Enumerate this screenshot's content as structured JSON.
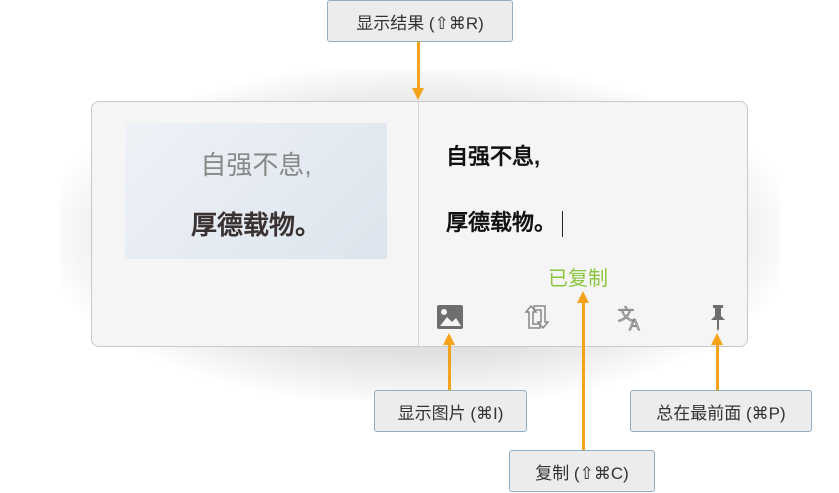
{
  "image_panel": {
    "line1": "自强不息,",
    "line2": "厚德载物。"
  },
  "result": {
    "line1": "自强不息,",
    "line2": "厚德载物。"
  },
  "status": {
    "copied": "已复制"
  },
  "toolbar": {
    "icons": [
      "image-icon",
      "swap-icon",
      "translate-icon",
      "pin-icon"
    ]
  },
  "callouts": {
    "show_result": "显示结果 (⇧⌘R)",
    "show_image": "显示图片 (⌘I)",
    "copy": "复制 (⇧⌘C)",
    "always_on_top": "总在最前面 (⌘P)"
  },
  "colors": {
    "arrow": "#f5a31a",
    "copied": "#8cc63f"
  }
}
